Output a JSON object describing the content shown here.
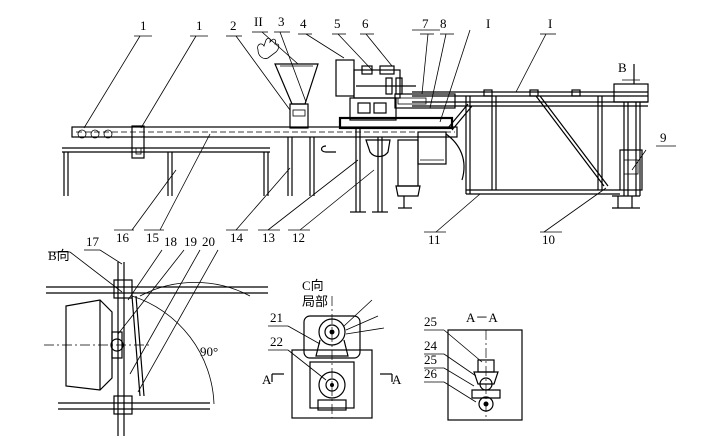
{
  "callouts_top": [
    "1",
    "1",
    "2",
    "II",
    "3",
    "4",
    "5",
    "6",
    "7",
    "8",
    "I",
    "I"
  ],
  "callouts_bottom": [
    "16",
    "15",
    "14",
    "13",
    "12",
    "11",
    "10",
    "9"
  ],
  "view_b_label": "B",
  "view_b_title": "B向",
  "view_b_callouts": [
    "17",
    "18",
    "19",
    "20"
  ],
  "angle_label": "90°",
  "view_c_title": "C向",
  "view_c_subtitle": "局部",
  "view_c_callouts": [
    "21",
    "22"
  ],
  "section_mark_left": "A",
  "section_mark_right": "A",
  "section_title": "A－A",
  "section_callouts": [
    "25",
    "24",
    "25",
    "26"
  ]
}
